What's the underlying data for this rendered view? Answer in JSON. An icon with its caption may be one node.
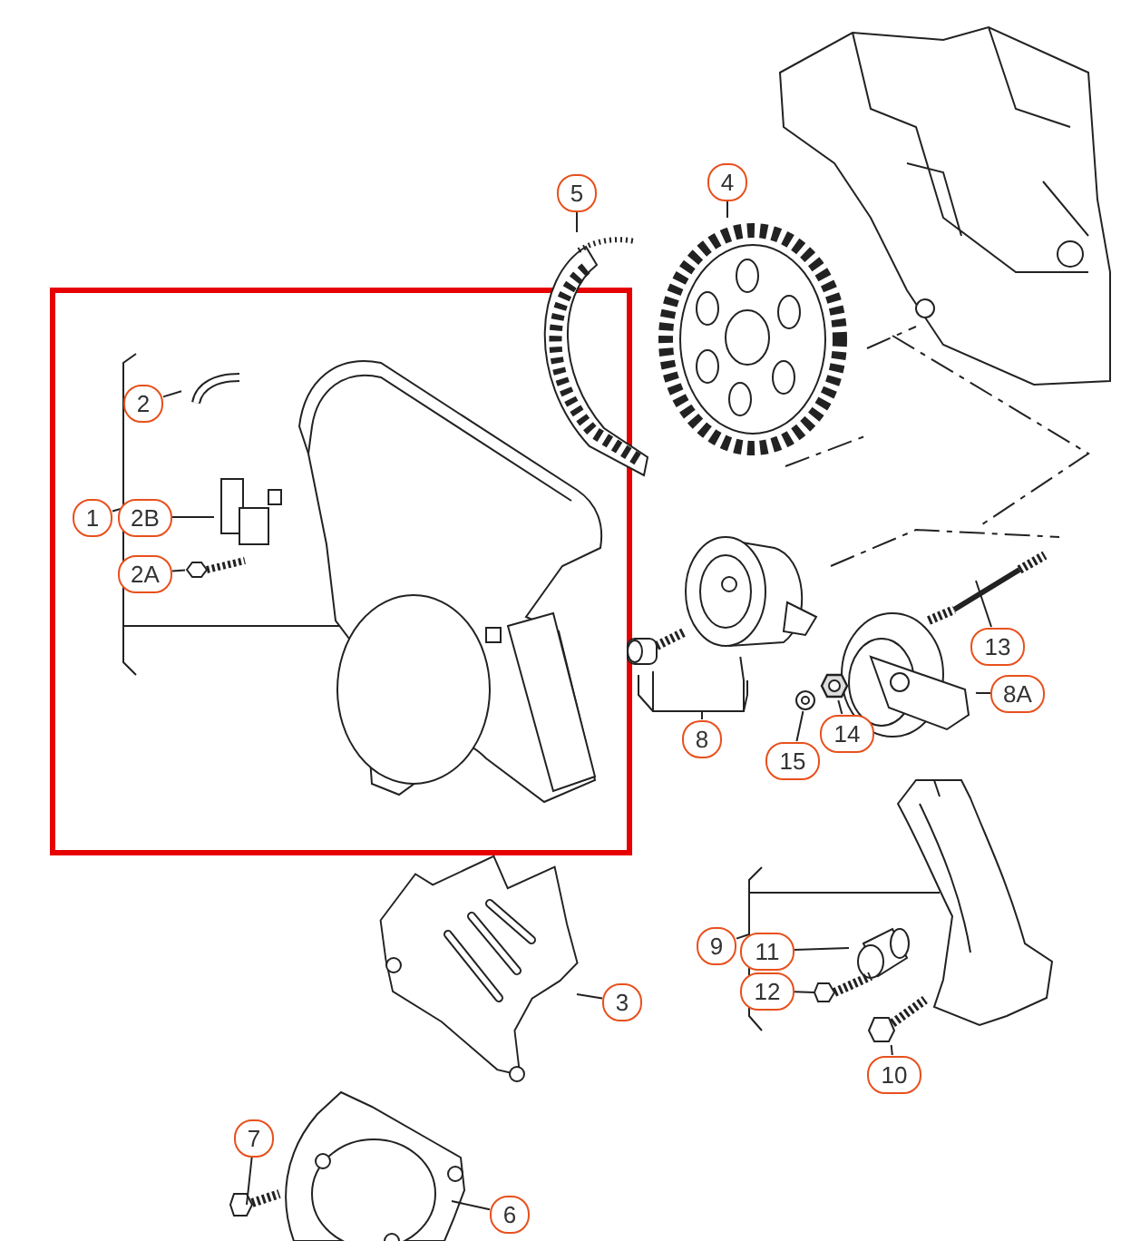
{
  "diagram": {
    "nodes": [
      {
        "text": [
          "1"
        ]
      },
      {
        "text": [
          "2"
        ]
      },
      {
        "text": [
          "2B"
        ]
      },
      {
        "text": [
          "2A"
        ]
      },
      {
        "text": [
          "5"
        ]
      },
      {
        "text": [
          "4"
        ]
      },
      {
        "text": [
          "13"
        ]
      },
      {
        "text": [
          "8"
        ]
      },
      {
        "text": [
          "8A"
        ]
      },
      {
        "text": [
          "15"
        ]
      },
      {
        "text": [
          "14"
        ]
      },
      {
        "text": [
          "9"
        ]
      },
      {
        "text": [
          "11"
        ]
      },
      {
        "text": [
          "12"
        ]
      },
      {
        "text": [
          "10"
        ]
      },
      {
        "text": [
          "3"
        ]
      },
      {
        "text": [
          "7"
        ]
      },
      {
        "text": [
          "6"
        ]
      },
      {
        "text": [],
        "shape": "picture"
      },
      {
        "text": [],
        "shape": "picture"
      },
      {
        "text": [],
        "shape": "picture"
      },
      {
        "text": [],
        "shape": "picture"
      },
      {
        "text": [],
        "shape": "picture"
      },
      {
        "text": [],
        "shape": "picture"
      },
      {
        "text": [],
        "shape": "picture"
      },
      {
        "text": [],
        "shape": "picture"
      },
      {
        "text": [],
        "shape": "picture"
      },
      {
        "text": [],
        "shape": "picture"
      },
      {
        "text": [],
        "shape": "picture"
      },
      {
        "text": [],
        "shape": "picture"
      },
      {
        "text": [],
        "shape": "picture"
      },
      {
        "text": [],
        "shape": "picture"
      },
      {
        "text": [],
        "shape": "picture"
      },
      {
        "text": [],
        "shape": "picture"
      },
      {
        "text": [],
        "shape": "picture"
      },
      {
        "text": [],
        "shape": "picture"
      },
      {
        "text": [],
        "shape": "picture"
      }
    ],
    "edges": [
      {
        "from": 0,
        "to": 18,
        "arrow": "none"
      },
      {
        "from": 1,
        "to": 19,
        "arrow": "none"
      },
      {
        "from": 2,
        "to": 20,
        "arrow": "none"
      },
      {
        "from": 3,
        "to": 21,
        "arrow": "none"
      },
      {
        "from": 4,
        "to": 22,
        "arrow": "none"
      },
      {
        "from": 5,
        "to": 23,
        "arrow": "none"
      },
      {
        "from": 6,
        "to": 26,
        "arrow": "none"
      },
      {
        "from": 7,
        "to": 24,
        "arrow": "none"
      },
      {
        "from": 7,
        "to": 25,
        "arrow": "none"
      },
      {
        "from": 8,
        "to": 27,
        "arrow": "none"
      },
      {
        "from": 9,
        "to": 29,
        "arrow": "none"
      },
      {
        "from": 10,
        "to": 28,
        "arrow": "none"
      },
      {
        "from": 11,
        "to": 30,
        "arrow": "none"
      },
      {
        "from": 12,
        "to": 31,
        "arrow": "none"
      },
      {
        "from": 13,
        "to": 32,
        "arrow": "none"
      },
      {
        "from": 14,
        "to": 33,
        "arrow": "none"
      },
      {
        "from": 15,
        "to": 34,
        "arrow": "none"
      },
      {
        "from": 16,
        "to": 35,
        "arrow": "none"
      },
      {
        "from": 17,
        "to": 36,
        "arrow": "none"
      }
    ]
  }
}
